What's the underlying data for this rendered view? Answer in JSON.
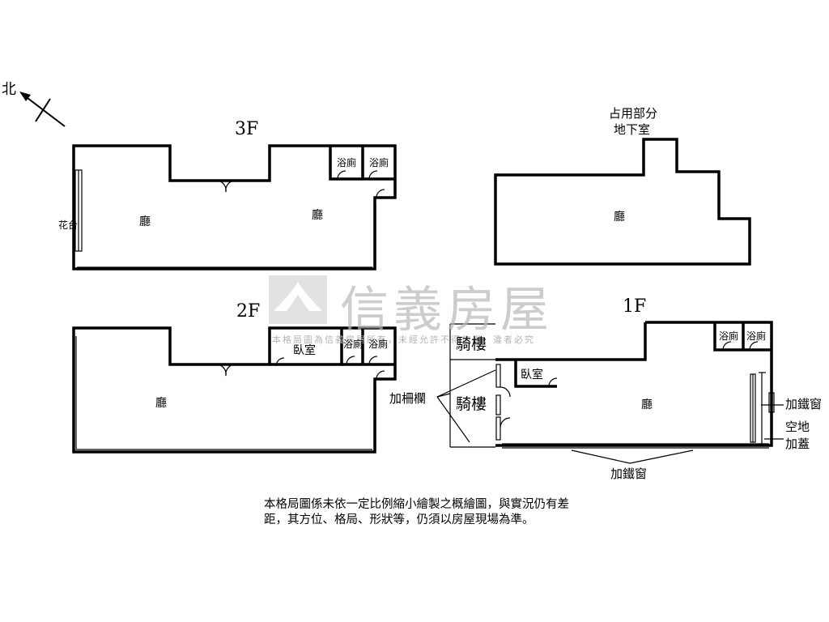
{
  "compass": {
    "north_label": "北"
  },
  "floors": {
    "f3": {
      "label": "3F"
    },
    "f2": {
      "label": "2F"
    },
    "f1": {
      "label": "1F"
    }
  },
  "basement": {
    "title_line1": "占用部分",
    "title_line2": "地下室",
    "hall": "廳"
  },
  "f3_rooms": {
    "hall_left": "廳",
    "hall_right": "廳",
    "bath1": "浴廁",
    "bath2": "浴廁",
    "planter": "花台"
  },
  "f2_rooms": {
    "hall": "廳",
    "bedroom": "臥室",
    "bath1": "浴廁",
    "bath2": "浴廁"
  },
  "f1_rooms": {
    "hall": "廳",
    "bedroom": "臥室",
    "bath1": "浴廁",
    "bath2": "浴廁",
    "arcade_top": "騎樓",
    "arcade_bottom": "騎樓",
    "railing": "加柵欄",
    "iron_window_right": "加鐵窗",
    "open_space_line1": "空地",
    "open_space_line2": "加蓋",
    "iron_window_bottom": "加鐵窗"
  },
  "watermark": {
    "brand": "信義房屋",
    "notice": "本格局圖為信義房屋所有，未經允許不得使用，違者必究"
  },
  "note": {
    "text": "本格局圖係未依一定比例縮小繪製之概繪圖，與實況仍有差距，其方位、格局、形狀等，仍須以房屋現場為準。"
  }
}
